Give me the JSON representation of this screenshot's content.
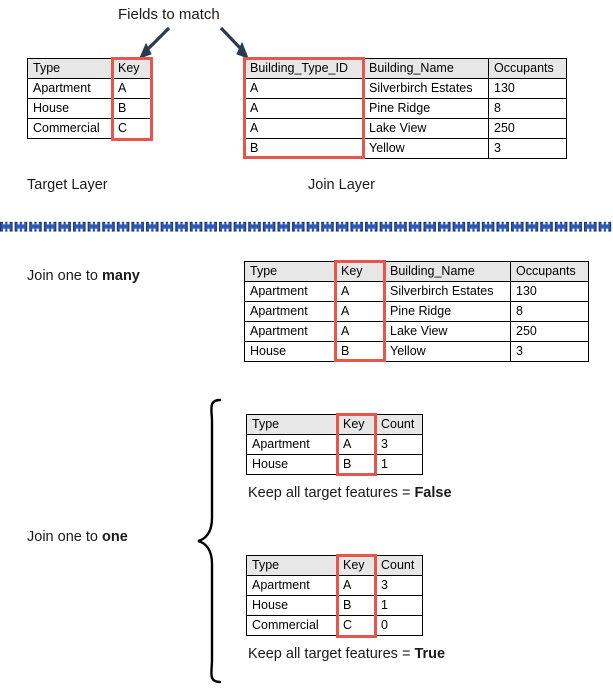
{
  "annotations": {
    "fields_to_match": "Fields to match",
    "target_layer": "Target Layer",
    "join_layer": "Join Layer",
    "join_one_to_many_prefix": "Join one to ",
    "join_one_to_many_emphasis": "many",
    "join_one_to_one_prefix": "Join one to ",
    "join_one_to_one_emphasis": "one",
    "keep_all_prefix": "Keep all target features = ",
    "keep_all_false": "False",
    "keep_all_true": "True"
  },
  "colors": {
    "highlight": "#e8554a",
    "arrow": "#2c3a4f",
    "divider": "#2e5bb8",
    "header_fill": "#e7e7e7",
    "border": "#000000"
  },
  "icons": {
    "arrow_left": "arrow-down-left-icon",
    "arrow_right": "arrow-down-right-icon",
    "brace": "curly-brace-icon",
    "divider": "dashed-divider-icon"
  },
  "target_table": {
    "headers": [
      "Type",
      "Key"
    ],
    "rows": [
      [
        "Apartment",
        "A"
      ],
      [
        "House",
        "B"
      ],
      [
        "Commercial",
        "C"
      ]
    ],
    "highlight_column": "Key"
  },
  "join_table": {
    "headers": [
      "Building_Type_ID",
      "Building_Name",
      "Occupants"
    ],
    "rows": [
      [
        "A",
        "Silverbirch Estates",
        "130"
      ],
      [
        "A",
        "Pine Ridge",
        "8"
      ],
      [
        "A",
        "Lake View",
        "250"
      ],
      [
        "B",
        "Yellow",
        "3"
      ]
    ],
    "highlight_column": "Building_Type_ID"
  },
  "one_to_many_table": {
    "headers": [
      "Type",
      "Key",
      "Building_Name",
      "Occupants"
    ],
    "rows": [
      [
        "Apartment",
        "A",
        "Silverbirch Estates",
        "130"
      ],
      [
        "Apartment",
        "A",
        "Pine Ridge",
        "8"
      ],
      [
        "Apartment",
        "A",
        "Lake View",
        "250"
      ],
      [
        "House",
        "B",
        "Yellow",
        "3"
      ]
    ],
    "highlight_column": "Key"
  },
  "one_to_one_false_table": {
    "headers": [
      "Type",
      "Key",
      "Count"
    ],
    "rows": [
      [
        "Apartment",
        "A",
        "3"
      ],
      [
        "House",
        "B",
        "1"
      ]
    ],
    "highlight_column": "Key"
  },
  "one_to_one_true_table": {
    "headers": [
      "Type",
      "Key",
      "Count"
    ],
    "rows": [
      [
        "Apartment",
        "A",
        "3"
      ],
      [
        "House",
        "B",
        "1"
      ],
      [
        "Commercial",
        "C",
        "0"
      ]
    ],
    "highlight_column": "Key"
  }
}
